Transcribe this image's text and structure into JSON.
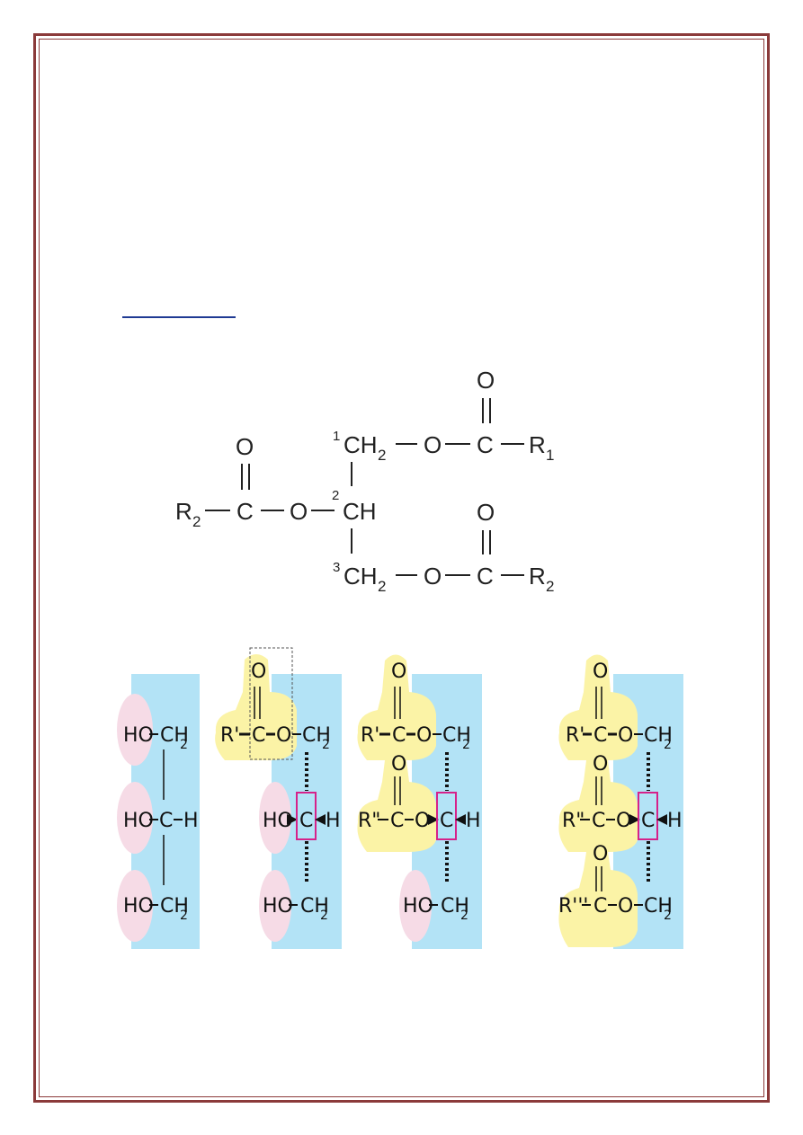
{
  "colors": {
    "border": "#8b3a3a",
    "heading_underline": "#1f3a93",
    "glycerol_blue": "#b3e3f6",
    "hydroxyl_pink": "#f6dbe6",
    "fatty_acid_yellow": "#fbf3a6",
    "highlight_magenta": "#d6228a"
  },
  "triglyceride": {
    "left_group": {
      "r": "R",
      "r_sub": "2",
      "carbon": "C",
      "oxygen": "O",
      "carbonyl_o": "O"
    },
    "glycerol": {
      "c1": {
        "num": "1",
        "label": "CH",
        "sub": "2"
      },
      "c2": {
        "num": "2",
        "label": "CH"
      },
      "c3": {
        "num": "3",
        "label": "CH",
        "sub": "2"
      }
    },
    "top_group": {
      "oxygen": "O",
      "carbon": "C",
      "carbonyl_o": "O",
      "r": "R",
      "r_sub": "1"
    },
    "bottom_group": {
      "oxygen": "O",
      "carbon": "C",
      "carbonyl_o": "O",
      "r": "R",
      "r_sub": "2"
    }
  },
  "sequence": {
    "ho": "HO",
    "ch": "CH",
    "two": "2",
    "c": "C",
    "h": "H",
    "o": "O",
    "r1": "R'",
    "r2": "R\"",
    "r3": "R'''"
  }
}
